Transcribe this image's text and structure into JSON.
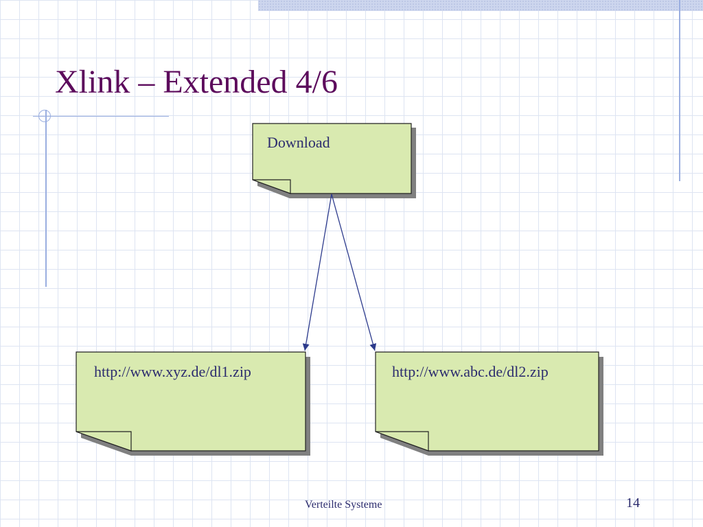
{
  "slide": {
    "title": "Xlink – Extended 4/6",
    "footer": "Verteilte Systeme",
    "page_number": "14"
  },
  "diagram": {
    "nodes": [
      {
        "id": "download",
        "label": "Download"
      },
      {
        "id": "dl1",
        "label": "http://www.xyz.de/dl1.zip"
      },
      {
        "id": "dl2",
        "label": "http://www.abc.de/dl2.zip"
      }
    ],
    "edges": [
      {
        "from": "download",
        "to": "dl1"
      },
      {
        "from": "download",
        "to": "dl2"
      }
    ]
  },
  "colors": {
    "title": "#5c0b5c",
    "text": "#2c2c6e",
    "note_fill": "#d9eab0",
    "note_shadow": "#808080",
    "arrow": "#2c3a8c",
    "grid": "#dde4f2",
    "decoration": "#9aaee0"
  }
}
